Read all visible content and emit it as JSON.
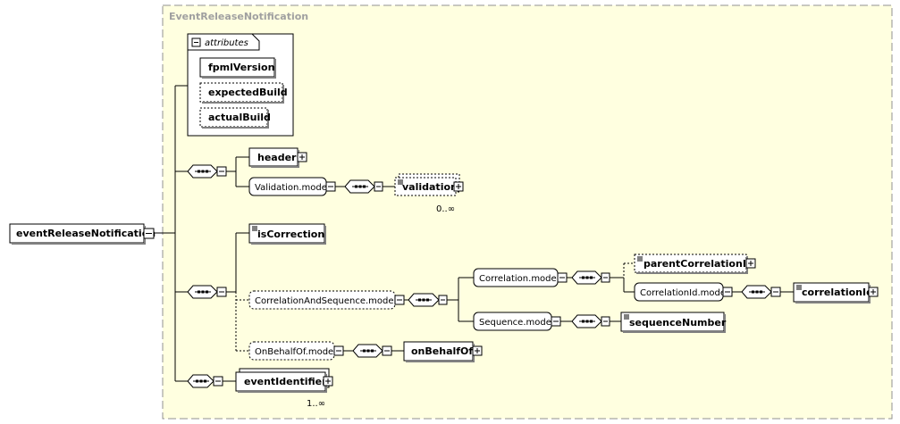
{
  "container": {
    "title": "EventReleaseNotification"
  },
  "root": {
    "label": "eventReleaseNotification"
  },
  "attributes": {
    "group_label": "attributes",
    "items": [
      "fpmlVersion",
      "expectedBuild",
      "actualBuild"
    ]
  },
  "elements": {
    "header": "header",
    "validation_model": "Validation.model",
    "validation": "validation",
    "validation_card": "0..∞",
    "is_correction": "isCorrection",
    "correlation_and_sequence_model": "CorrelationAndSequence.model",
    "correlation_model": "Correlation.model",
    "parent_correlation_id": "parentCorrelationId",
    "correlation_id_model": "CorrelationId.model",
    "correlation_id": "correlationId",
    "sequence_model": "Sequence.model",
    "sequence_number": "sequenceNumber",
    "on_behalf_of_model": "OnBehalfOf.model",
    "on_behalf_of": "onBehalfOf",
    "event_identifier": "eventIdentifier",
    "event_identifier_card": "1..∞"
  }
}
